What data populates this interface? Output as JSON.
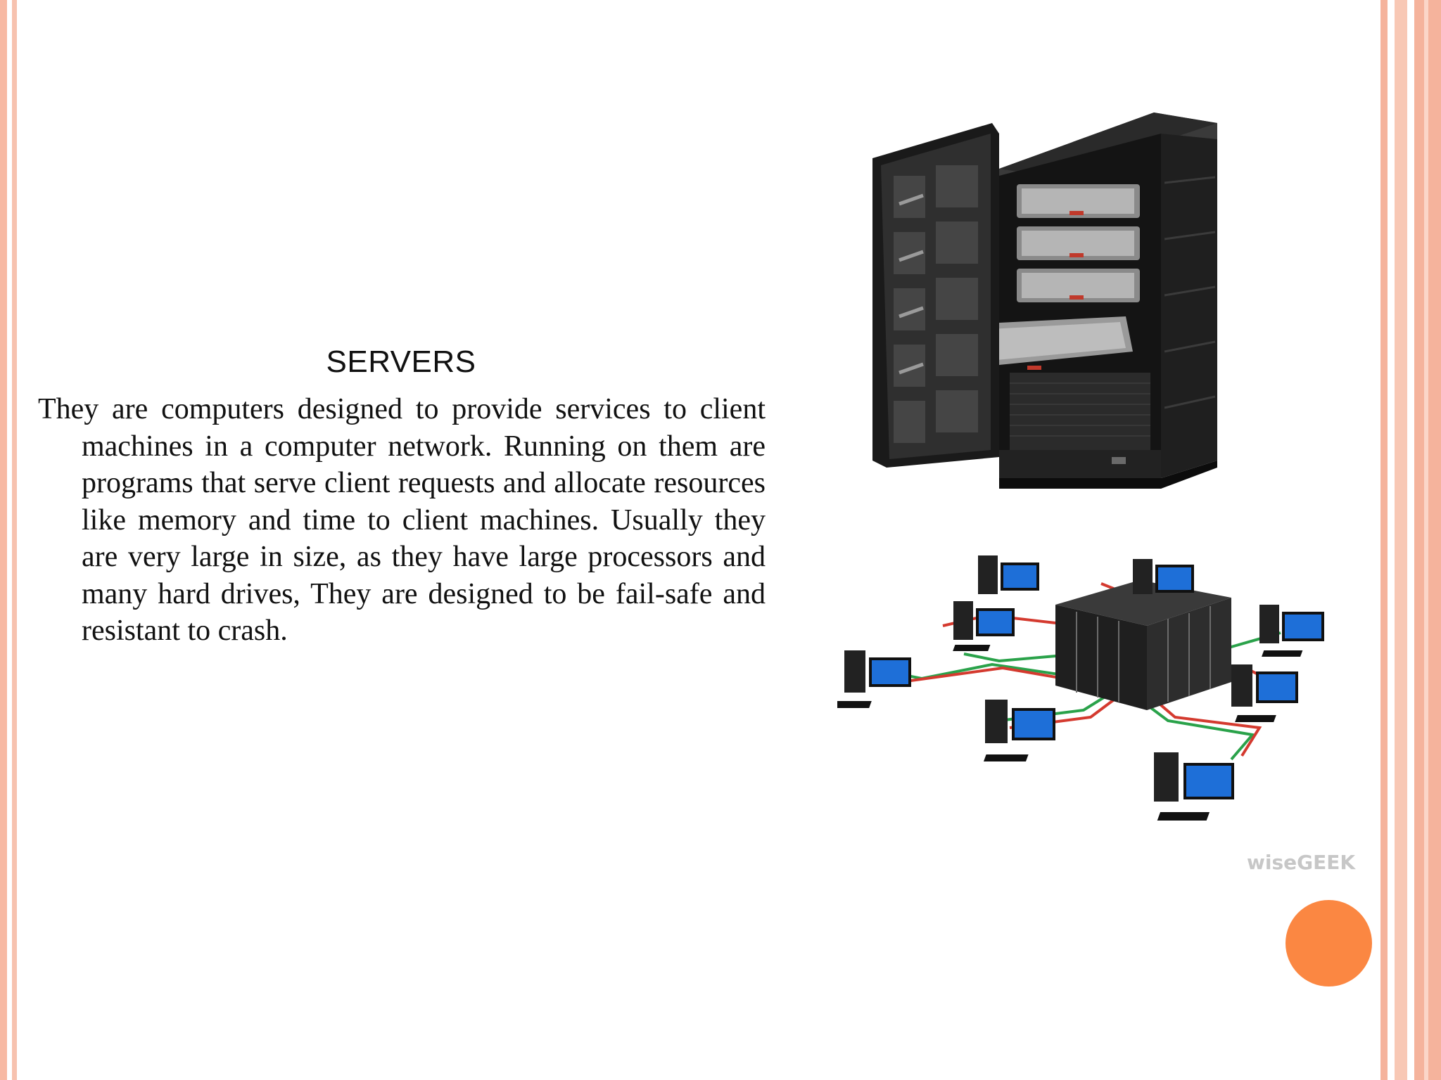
{
  "slide": {
    "title": "SERVERS",
    "body": "They are computers designed to provide services to client machines in a computer network. Running on them are programs that serve client requests and allocate resources like memory and time to client machines. Usually they are very large in size, as they have large processors and many hard drives, They are designed to be fail-safe and resistant to crash."
  },
  "images": {
    "network_watermark": "wiseGEEK"
  },
  "colors": {
    "frame": "#f5b39c",
    "accent": "#fb8742",
    "link_red": "#d43a2f",
    "link_green": "#2aa24a",
    "screen_blue": "#1e6fd8"
  }
}
